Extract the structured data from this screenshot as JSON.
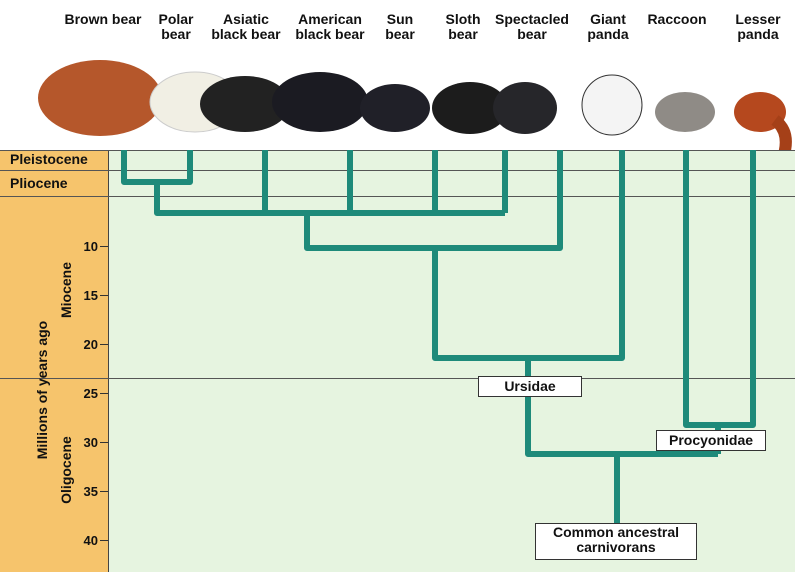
{
  "taxa": [
    {
      "label": "Brown bear"
    },
    {
      "label": "Polar\nbear"
    },
    {
      "label": "Asiatic\nblack bear"
    },
    {
      "label": "American\nblack bear"
    },
    {
      "label": "Sun\nbear"
    },
    {
      "label": "Sloth\nbear"
    },
    {
      "label": "Spectacled\nbear"
    },
    {
      "label": "Giant\npanda"
    },
    {
      "label": "Raccoon"
    },
    {
      "label": "Lesser\npanda"
    }
  ],
  "axis": {
    "title": "Millions of years ago",
    "epochs": [
      "Pleistocene",
      "Pliocene",
      "Miocene",
      "Oligocene"
    ],
    "ticks": [
      "10",
      "15",
      "20",
      "25",
      "30",
      "35",
      "40"
    ]
  },
  "groups": {
    "ursidae": "Ursidae",
    "procyonidae": "Procyonidae",
    "ancestor": "Common ancestral\ncarnivorans"
  },
  "colors": {
    "branch": "#1e8a7a",
    "axis_bg": "#f6c46c",
    "plot_bg": "#e6f4e0"
  }
}
